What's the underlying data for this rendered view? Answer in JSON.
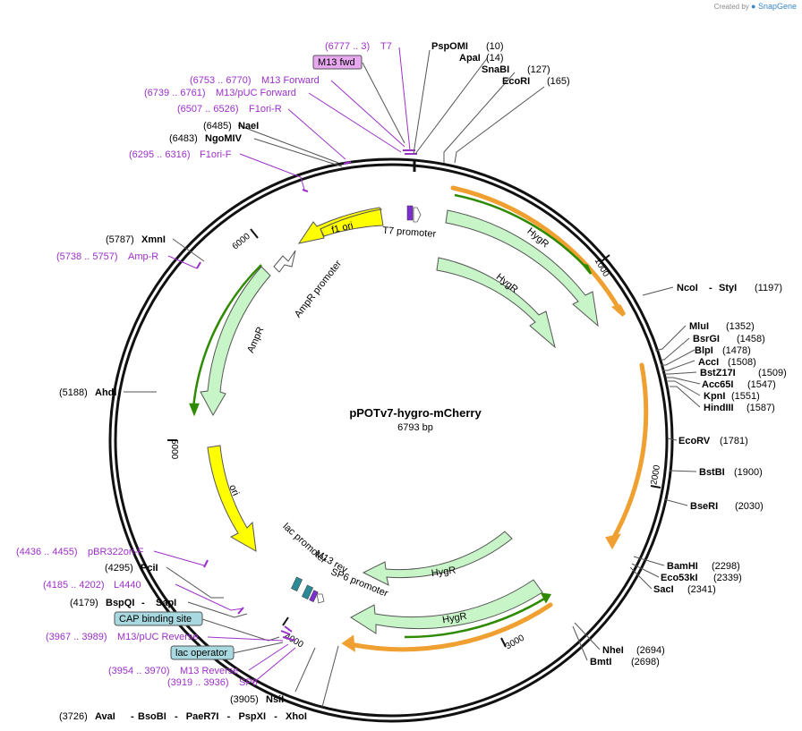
{
  "credit": {
    "prefix": "Created by",
    "brand": "SnapGene"
  },
  "plasmid": {
    "name": "pPOTv7-hygro-mCherry",
    "size": "6793 bp"
  },
  "ticks": [
    "1000",
    "2000",
    "3000",
    "4000",
    "5000",
    "6000"
  ],
  "enzymes_left": [
    {
      "pos": "(6485)",
      "name": "NaeI"
    },
    {
      "pos": "(6483)",
      "name": "NgoMIV"
    },
    {
      "pos": "(5787)",
      "name": "XmnI"
    },
    {
      "pos": "(5188)",
      "name": "AhdI"
    },
    {
      "pos": "(4295)",
      "name": "PciI"
    },
    {
      "pos": "(4179)",
      "name": "BspQI",
      "extra": "SapI"
    },
    {
      "pos": "(3905)",
      "name": "NsiI"
    },
    {
      "pos": "(3726)",
      "name": "AvaI",
      "extra": "BsoBI   -   PaeR7I   -   PspXI   -   XhoI"
    }
  ],
  "enzymes_top": [
    {
      "name": "PspOMI",
      "pos": "(10)"
    },
    {
      "name": "ApaI",
      "pos": "(14)"
    },
    {
      "name": "SnaBI",
      "pos": "(127)"
    },
    {
      "name": "EcoRI",
      "pos": "(165)"
    }
  ],
  "enzymes_right": [
    {
      "name": "NcoI",
      "extra": "StyI",
      "pos": "(1197)"
    },
    {
      "name": "MluI",
      "pos": "(1352)"
    },
    {
      "name": "BsrGI",
      "pos": "(1458)"
    },
    {
      "name": "BlpI",
      "pos": "(1478)"
    },
    {
      "name": "AccI",
      "pos": "(1508)"
    },
    {
      "name": "BstZ17I",
      "pos": "(1509)"
    },
    {
      "name": "Acc65I",
      "pos": "(1547)"
    },
    {
      "name": "KpnI",
      "pos": "(1551)"
    },
    {
      "name": "HindIII",
      "pos": "(1587)"
    },
    {
      "name": "EcoRV",
      "pos": "(1781)"
    },
    {
      "name": "BstBI",
      "pos": "(1900)"
    },
    {
      "name": "BseRI",
      "pos": "(2030)"
    },
    {
      "name": "BamHI",
      "pos": "(2298)"
    },
    {
      "name": "Eco53kI",
      "pos": "(2339)"
    },
    {
      "name": "SacI",
      "pos": "(2341)"
    },
    {
      "name": "NheI",
      "pos": "(2694)"
    },
    {
      "name": "BmtI",
      "pos": "(2698)"
    }
  ],
  "primers": [
    {
      "range": "(6777 .. 3)",
      "name": "T7"
    },
    {
      "range": "(6753 .. 6770)",
      "name": "M13 Forward"
    },
    {
      "range": "(6739 .. 6761)",
      "name": "M13/pUC Forward"
    },
    {
      "range": "(6507 .. 6526)",
      "name": "F1ori-R"
    },
    {
      "range": "(6295 .. 6316)",
      "name": "F1ori-F"
    },
    {
      "range": "(5738 .. 5757)",
      "name": "Amp-R"
    },
    {
      "range": "(4436 .. 4455)",
      "name": "pBR322ori-F"
    },
    {
      "range": "(4185 .. 4202)",
      "name": "L4440"
    },
    {
      "range": "(3967 .. 3989)",
      "name": "M13/pUC Reverse"
    },
    {
      "range": "(3954 .. 3970)",
      "name": "M13 Reverse"
    },
    {
      "range": "(3919 .. 3936)",
      "name": "SP6"
    }
  ],
  "boxed": {
    "m13fwd": "M13 fwd",
    "cap": "CAP binding site",
    "lacop": "lac operator"
  },
  "features": {
    "t7": "T7 promoter",
    "hygr": "HygR",
    "f1ori": "f1 ori",
    "ampr_promoter": "AmpR promoter",
    "ampr": "AmpR",
    "ori": "ori",
    "lac_promoter": "lac promoter",
    "m13rev": "M13 rev",
    "sp6_promoter": "SP6 promoter"
  },
  "colors": {
    "hygr_fill": "#c8f5c8",
    "ori_fill": "#ffff00",
    "orange": "#f0a030",
    "green_line": "#2e8b00",
    "primer": "#9b30c8",
    "box_purple": "#e8a8f0",
    "box_teal": "#a8d8e0"
  }
}
